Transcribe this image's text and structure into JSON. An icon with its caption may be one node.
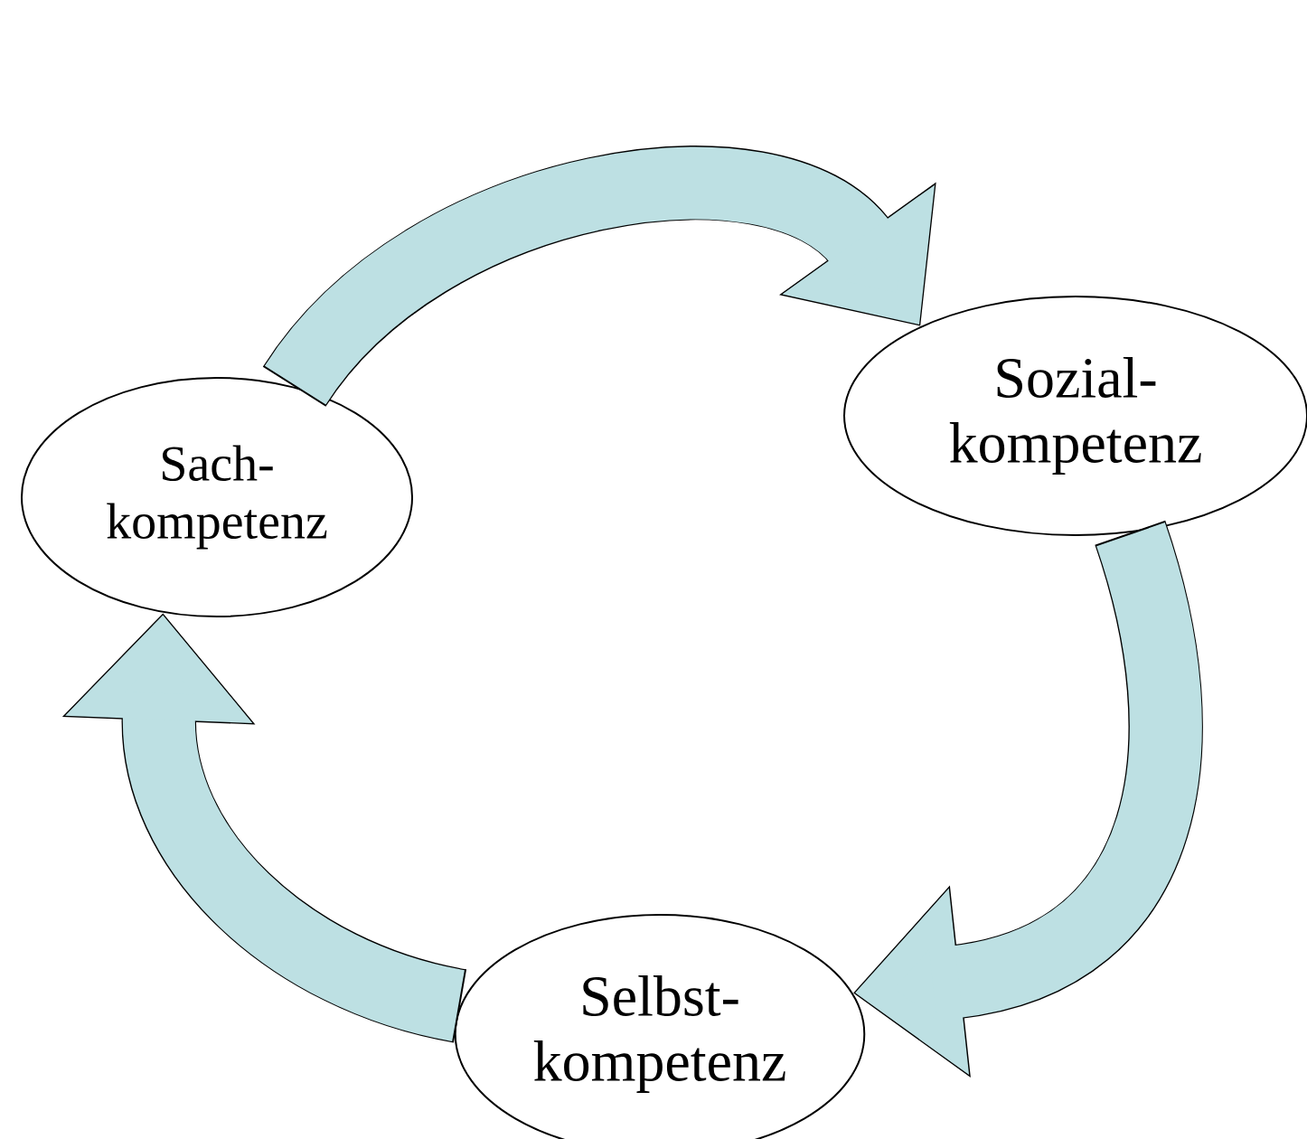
{
  "diagram": {
    "nodes": [
      {
        "text": [
          "Sach- kompetenz"
        ]
      },
      {
        "text": [
          "Sozial- kompetenz"
        ]
      },
      {
        "text": [
          "Selbst- kompetenz"
        ]
      }
    ],
    "edges": [
      {
        "from": 0,
        "to": 1,
        "arrow": "to"
      },
      {
        "from": 1,
        "to": 2,
        "arrow": "to"
      },
      {
        "from": 2,
        "to": 0,
        "arrow": "to"
      }
    ]
  }
}
